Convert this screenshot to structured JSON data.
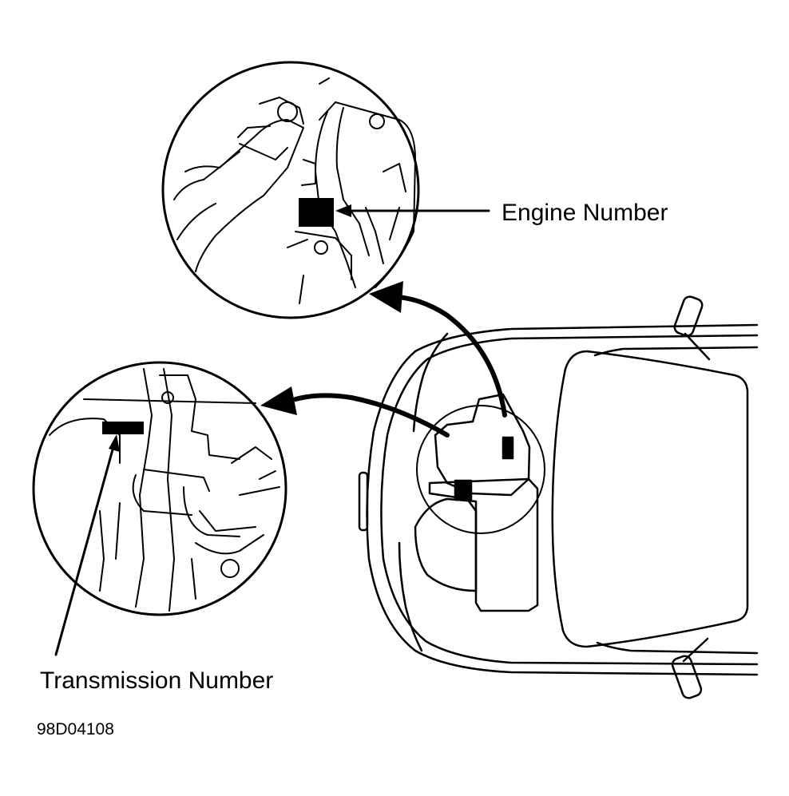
{
  "labels": {
    "engine_number": "Engine Number",
    "transmission_number": "Transmission Number",
    "figure_id": "98D04108"
  },
  "colors": {
    "ink": "#000000",
    "paper": "#ffffff"
  }
}
